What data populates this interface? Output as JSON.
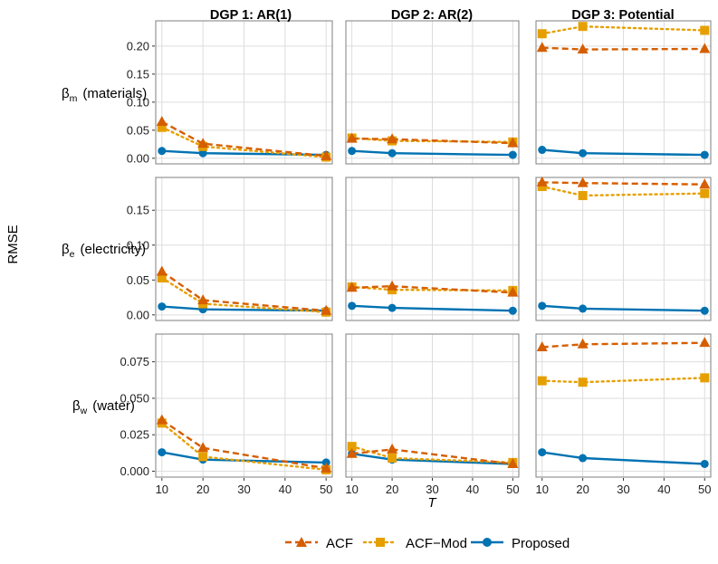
{
  "figure": {
    "y_axis_label": "RMSE",
    "x_axis_label": "T",
    "colors": {
      "ACF": "#D55E00",
      "ACF-Mod": "#E69F00",
      "Proposed": "#0072B2",
      "grid": "#DDDDDD",
      "frame": "#7F7F7F"
    },
    "legend": {
      "position": "bottom",
      "items": [
        {
          "label": "ACF",
          "color": "#D55E00",
          "marker": "triangle",
          "dash": "dashed"
        },
        {
          "label": "ACF−Mod",
          "color": "#E69F00",
          "marker": "square",
          "dash": "dotted"
        },
        {
          "label": "Proposed",
          "color": "#0072B2",
          "marker": "circle",
          "dash": "solid"
        }
      ]
    },
    "columns": [
      "DGP 1: AR(1)",
      "DGP 2: AR(2)",
      "DGP 3: Potential"
    ],
    "rows": [
      {
        "symbol": "β",
        "subscript": "m",
        "description": "(materials)"
      },
      {
        "symbol": "β",
        "subscript": "e",
        "description": "(electricity)"
      },
      {
        "symbol": "β",
        "subscript": "w",
        "description": "(water)"
      }
    ]
  },
  "chart_data": {
    "type": "line",
    "facet": "grid",
    "x": [
      10,
      20,
      50
    ],
    "xlim": [
      8.5,
      51.5
    ],
    "xticks": [
      "10",
      "20",
      "30",
      "40",
      "50"
    ],
    "xtick_values": [
      10,
      20,
      30,
      40,
      50
    ],
    "xlabel": "T",
    "ylabel": "RMSE",
    "panel_rows": [
      {
        "ylim": [
          -0.01,
          0.245
        ],
        "yticks": [
          "0.00",
          "0.05",
          "0.10",
          "0.15",
          "0.20"
        ],
        "ytick_values": [
          0.0,
          0.05,
          0.1,
          0.15,
          0.2
        ],
        "panels": [
          {
            "series": [
              {
                "name": "ACF",
                "values": [
                  0.065,
                  0.026,
                  0.004
                ]
              },
              {
                "name": "ACF-Mod",
                "values": [
                  0.055,
                  0.021,
                  0.002
                ]
              },
              {
                "name": "Proposed",
                "values": [
                  0.013,
                  0.009,
                  0.006
                ]
              }
            ]
          },
          {
            "series": [
              {
                "name": "ACF",
                "values": [
                  0.035,
                  0.034,
                  0.027
                ]
              },
              {
                "name": "ACF-Mod",
                "values": [
                  0.036,
                  0.031,
                  0.029
                ]
              },
              {
                "name": "Proposed",
                "values": [
                  0.013,
                  0.009,
                  0.006
                ]
              }
            ]
          },
          {
            "series": [
              {
                "name": "ACF",
                "values": [
                  0.197,
                  0.194,
                  0.195
                ]
              },
              {
                "name": "ACF-Mod",
                "values": [
                  0.222,
                  0.235,
                  0.228
                ]
              },
              {
                "name": "Proposed",
                "values": [
                  0.015,
                  0.009,
                  0.006
                ]
              }
            ]
          }
        ]
      },
      {
        "ylim": [
          -0.008,
          0.197
        ],
        "yticks": [
          "0.00",
          "0.05",
          "0.10",
          "0.15"
        ],
        "ytick_values": [
          0.0,
          0.05,
          0.1,
          0.15
        ],
        "panels": [
          {
            "series": [
              {
                "name": "ACF",
                "values": [
                  0.062,
                  0.021,
                  0.006
                ]
              },
              {
                "name": "ACF-Mod",
                "values": [
                  0.053,
                  0.016,
                  0.004
                ]
              },
              {
                "name": "Proposed",
                "values": [
                  0.012,
                  0.008,
                  0.006
                ]
              }
            ]
          },
          {
            "series": [
              {
                "name": "ACF",
                "values": [
                  0.039,
                  0.041,
                  0.032
                ]
              },
              {
                "name": "ACF-Mod",
                "values": [
                  0.04,
                  0.036,
                  0.035
                ]
              },
              {
                "name": "Proposed",
                "values": [
                  0.013,
                  0.01,
                  0.006
                ]
              }
            ]
          },
          {
            "series": [
              {
                "name": "ACF",
                "values": [
                  0.19,
                  0.189,
                  0.187
                ]
              },
              {
                "name": "ACF-Mod",
                "values": [
                  0.184,
                  0.171,
                  0.174
                ]
              },
              {
                "name": "Proposed",
                "values": [
                  0.013,
                  0.009,
                  0.006
                ]
              }
            ]
          }
        ]
      },
      {
        "ylim": [
          -0.004,
          0.094
        ],
        "yticks": [
          "0.000",
          "0.025",
          "0.050",
          "0.075"
        ],
        "ytick_values": [
          0.0,
          0.025,
          0.05,
          0.075
        ],
        "panels": [
          {
            "series": [
              {
                "name": "ACF",
                "values": [
                  0.035,
                  0.016,
                  0.002
                ]
              },
              {
                "name": "ACF-Mod",
                "values": [
                  0.033,
                  0.01,
                  0.001
                ]
              },
              {
                "name": "Proposed",
                "values": [
                  0.013,
                  0.008,
                  0.006
                ]
              }
            ]
          },
          {
            "series": [
              {
                "name": "ACF",
                "values": [
                  0.012,
                  0.015,
                  0.005
                ]
              },
              {
                "name": "ACF-Mod",
                "values": [
                  0.017,
                  0.009,
                  0.006
                ]
              },
              {
                "name": "Proposed",
                "values": [
                  0.012,
                  0.008,
                  0.005
                ]
              }
            ]
          },
          {
            "series": [
              {
                "name": "ACF",
                "values": [
                  0.085,
                  0.087,
                  0.088
                ]
              },
              {
                "name": "ACF-Mod",
                "values": [
                  0.062,
                  0.061,
                  0.064
                ]
              },
              {
                "name": "Proposed",
                "values": [
                  0.013,
                  0.009,
                  0.005
                ]
              }
            ]
          }
        ]
      }
    ]
  }
}
